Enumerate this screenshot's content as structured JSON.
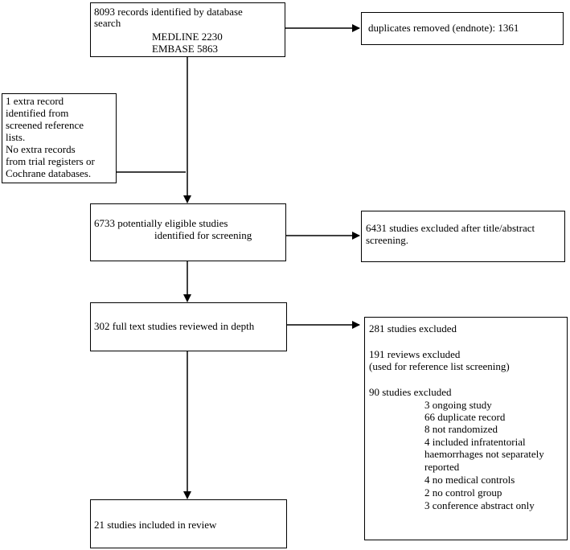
{
  "boxes": {
    "identified": {
      "line1": "8093 records identified by database",
      "line2": "search",
      "medline": "MEDLINE 2230",
      "embase": "EMBASE 5863"
    },
    "duplicates": {
      "text": "duplicates removed (endnote): 1361"
    },
    "extra": {
      "lines": [
        "1 extra record",
        "identified from",
        "screened reference",
        "lists.",
        "No extra records",
        "from trial registers or",
        "Cochrane databases."
      ]
    },
    "eligible": {
      "line1": "6733 potentially eligible studies",
      "line2": "identified for screening"
    },
    "excluded_title": {
      "line1": "6431 studies excluded after title/abstract",
      "line2": "screening."
    },
    "fulltext": {
      "text": "302 full text studies reviewed in depth"
    },
    "excluded_full": {
      "header": "281 studies excluded",
      "reviews1": "191 reviews excluded",
      "reviews2": "(used for reference list screening)",
      "studies": "90 studies excluded",
      "reasons": [
        "3 ongoing study",
        "66 duplicate record",
        "8 not randomized",
        "4 included infratentorial",
        "haemorrhages not separately",
        "reported",
        "4 no medical controls",
        "2 no control group",
        "3 conference abstract only"
      ]
    },
    "included": {
      "text": "21 studies included in review"
    }
  }
}
